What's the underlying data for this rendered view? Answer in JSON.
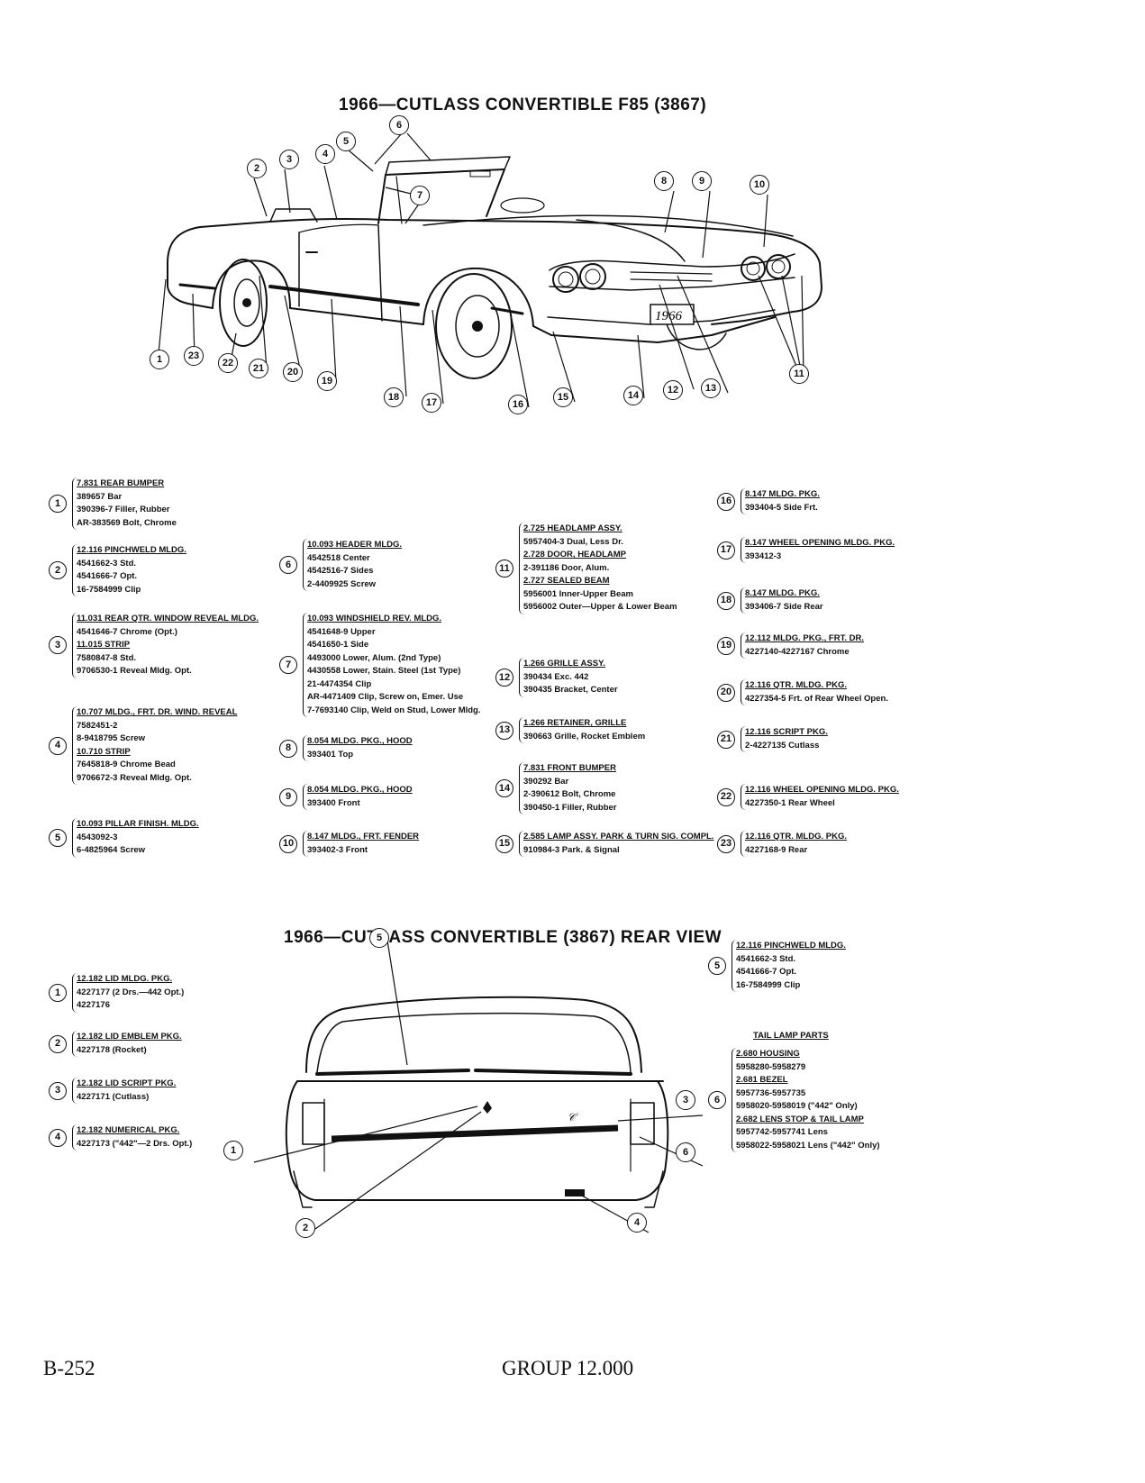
{
  "front_title": "1966—CUTLASS CONVERTIBLE F85 (3867)",
  "rear_title": "1966—CUTLASS CONVERTIBLE (3867) REAR VIEW",
  "plate_text": "1966",
  "footer": {
    "page": "B-252",
    "group": "GROUP 12.000"
  },
  "front_callouts": [
    "1",
    "2",
    "3",
    "4",
    "5",
    "6",
    "7",
    "8",
    "9",
    "10",
    "11",
    "12",
    "13",
    "14",
    "15",
    "16",
    "17",
    "18",
    "19",
    "20",
    "21",
    "22",
    "23"
  ],
  "rear_callouts": [
    "1",
    "2",
    "3",
    "4",
    "5",
    "6"
  ],
  "front_parts": [
    {
      "num": "1",
      "lines": [
        {
          "t": "h",
          "text": "7.831  REAR BUMPER"
        },
        {
          "t": "p",
          "text": "389657  Bar"
        },
        {
          "t": "p",
          "text": "390396-7  Filler, Rubber"
        },
        {
          "t": "p",
          "text": "AR-383569  Bolt, Chrome"
        }
      ]
    },
    {
      "num": "2",
      "lines": [
        {
          "t": "h",
          "text": "12.116  PINCHWELD MLDG."
        },
        {
          "t": "p",
          "text": "4541662-3  Std."
        },
        {
          "t": "p",
          "text": "4541666-7  Opt."
        },
        {
          "t": "p",
          "text": "16-7584999  Clip"
        }
      ]
    },
    {
      "num": "3",
      "lines": [
        {
          "t": "h",
          "text": "11.031  REAR QTR. WINDOW REVEAL MLDG."
        },
        {
          "t": "p",
          "text": "4541646-7  Chrome (Opt.)"
        },
        {
          "t": "h",
          "text": "11.015  STRIP"
        },
        {
          "t": "p",
          "text": "7580847-8  Std."
        },
        {
          "t": "p",
          "text": "9706530-1  Reveal Mldg. Opt."
        }
      ]
    },
    {
      "num": "4",
      "lines": [
        {
          "t": "h",
          "text": "10.707  MLDG., FRT. DR. WIND. REVEAL"
        },
        {
          "t": "p",
          "text": "7582451-2"
        },
        {
          "t": "p",
          "text": "8-9418795  Screw"
        },
        {
          "t": "h",
          "text": "10.710  STRIP"
        },
        {
          "t": "p",
          "text": "7645818-9  Chrome Bead"
        },
        {
          "t": "p",
          "text": "9706672-3  Reveal Mldg. Opt."
        }
      ]
    },
    {
      "num": "5",
      "lines": [
        {
          "t": "h",
          "text": "10.093  PILLAR FINISH. MLDG."
        },
        {
          "t": "p",
          "text": "4543092-3"
        },
        {
          "t": "p",
          "text": "6-4825964  Screw"
        }
      ]
    },
    {
      "num": "6",
      "lines": [
        {
          "t": "h",
          "text": "10.093  HEADER MLDG."
        },
        {
          "t": "p",
          "text": "4542518  Center"
        },
        {
          "t": "p",
          "text": "4542516-7  Sides"
        },
        {
          "t": "p",
          "text": "2-4409925  Screw"
        }
      ]
    },
    {
      "num": "7",
      "lines": [
        {
          "t": "h",
          "text": "10.093  WINDSHIELD REV. MLDG."
        },
        {
          "t": "p",
          "text": "4541648-9  Upper"
        },
        {
          "t": "p",
          "text": "4541650-1  Side"
        },
        {
          "t": "p",
          "text": "4493000  Lower, Alum. (2nd Type)"
        },
        {
          "t": "p",
          "text": "4430558  Lower, Stain. Steel (1st Type)"
        },
        {
          "t": "p",
          "text": "21-4474354  Clip"
        },
        {
          "t": "p",
          "text": "AR-4471409  Clip, Screw on, Emer. Use"
        },
        {
          "t": "p",
          "text": "7-7693140  Clip, Weld on Stud, Lower Mldg."
        }
      ]
    },
    {
      "num": "8",
      "lines": [
        {
          "t": "h",
          "text": "8.054  MLDG. PKG., HOOD"
        },
        {
          "t": "p",
          "text": "393401  Top"
        }
      ]
    },
    {
      "num": "9",
      "lines": [
        {
          "t": "h",
          "text": "8.054  MLDG. PKG., HOOD"
        },
        {
          "t": "p",
          "text": "393400  Front"
        }
      ]
    },
    {
      "num": "10",
      "lines": [
        {
          "t": "h",
          "text": "8.147  MLDG., FRT. FENDER"
        },
        {
          "t": "p",
          "text": "393402-3  Front"
        }
      ]
    },
    {
      "num": "11",
      "lines": [
        {
          "t": "h",
          "text": "2.725  HEADLAMP ASSY."
        },
        {
          "t": "p",
          "text": "5957404-3  Dual, Less Dr."
        },
        {
          "t": "h",
          "text": "2.728  DOOR, HEADLAMP"
        },
        {
          "t": "p",
          "text": "2-391186  Door, Alum."
        },
        {
          "t": "h",
          "text": "2.727  SEALED BEAM"
        },
        {
          "t": "p",
          "text": "5956001  Inner-Upper Beam"
        },
        {
          "t": "p",
          "text": "5956002  Outer—Upper & Lower Beam"
        }
      ]
    },
    {
      "num": "12",
      "lines": [
        {
          "t": "h",
          "text": "1.266  GRILLE ASSY."
        },
        {
          "t": "p",
          "text": "390434  Exc. 442"
        },
        {
          "t": "p",
          "text": "390435  Bracket, Center"
        }
      ]
    },
    {
      "num": "13",
      "lines": [
        {
          "t": "h",
          "text": "1.266  RETAINER, GRILLE"
        },
        {
          "t": "p",
          "text": "390663  Grille, Rocket Emblem"
        }
      ]
    },
    {
      "num": "14",
      "lines": [
        {
          "t": "h",
          "text": "7.831  FRONT BUMPER"
        },
        {
          "t": "p",
          "text": "390292  Bar"
        },
        {
          "t": "p",
          "text": "2-390612  Bolt, Chrome"
        },
        {
          "t": "p",
          "text": "390450-1  Filler, Rubber"
        }
      ]
    },
    {
      "num": "15",
      "lines": [
        {
          "t": "h",
          "text": "2.585  LAMP ASSY. PARK & TURN SIG. COMPL."
        },
        {
          "t": "p",
          "text": "910984-3  Park. & Signal"
        }
      ]
    },
    {
      "num": "16",
      "lines": [
        {
          "t": "h",
          "text": "8.147  MLDG. PKG."
        },
        {
          "t": "p",
          "text": "393404-5  Side Frt."
        }
      ]
    },
    {
      "num": "17",
      "lines": [
        {
          "t": "h",
          "text": "8.147  WHEEL OPENING MLDG. PKG."
        },
        {
          "t": "p",
          "text": "393412-3"
        }
      ]
    },
    {
      "num": "18",
      "lines": [
        {
          "t": "h",
          "text": "8.147  MLDG. PKG."
        },
        {
          "t": "p",
          "text": "393406-7  Side Rear"
        }
      ]
    },
    {
      "num": "19",
      "lines": [
        {
          "t": "h",
          "text": "12.112  MLDG. PKG., FRT. DR."
        },
        {
          "t": "p",
          "text": "4227140-4227167  Chrome"
        }
      ]
    },
    {
      "num": "20",
      "lines": [
        {
          "t": "h",
          "text": "12.116  QTR. MLDG. PKG."
        },
        {
          "t": "p",
          "text": "4227354-5  Frt. of Rear Wheel Open."
        }
      ]
    },
    {
      "num": "21",
      "lines": [
        {
          "t": "h",
          "text": "12.116  SCRIPT PKG."
        },
        {
          "t": "p",
          "text": "2-4227135  Cutlass"
        }
      ]
    },
    {
      "num": "22",
      "lines": [
        {
          "t": "h",
          "text": "12.116  WHEEL OPENING MLDG. PKG."
        },
        {
          "t": "p",
          "text": "4227350-1  Rear Wheel"
        }
      ]
    },
    {
      "num": "23",
      "lines": [
        {
          "t": "h",
          "text": "12.116  QTR. MLDG. PKG."
        },
        {
          "t": "p",
          "text": "4227168-9  Rear"
        }
      ]
    }
  ],
  "rear_parts": [
    {
      "num": "1",
      "lines": [
        {
          "t": "h",
          "text": "12.182  LID MLDG. PKG."
        },
        {
          "t": "p",
          "text": "4227177  (2 Drs.—442 Opt.)"
        },
        {
          "t": "p",
          "text": "4227176"
        }
      ]
    },
    {
      "num": "2",
      "lines": [
        {
          "t": "h",
          "text": "12.182  LID EMBLEM PKG."
        },
        {
          "t": "p",
          "text": "4227178  (Rocket)"
        }
      ]
    },
    {
      "num": "3",
      "lines": [
        {
          "t": "h",
          "text": "12.182  LID SCRIPT PKG."
        },
        {
          "t": "p",
          "text": "4227171  (Cutlass)"
        }
      ]
    },
    {
      "num": "4",
      "lines": [
        {
          "t": "h",
          "text": "12.182  NUMERICAL PKG."
        },
        {
          "t": "p",
          "text": "4227173  (\"442\"—2 Drs. Opt.)"
        }
      ]
    },
    {
      "num": "5",
      "lines": [
        {
          "t": "h",
          "text": "12.116  PINCHWELD MLDG."
        },
        {
          "t": "p",
          "text": "4541662-3  Std."
        },
        {
          "t": "p",
          "text": "4541666-7  Opt."
        },
        {
          "t": "p",
          "text": "16-7584999  Clip"
        }
      ]
    }
  ],
  "tail_lamp": {
    "heading": "TAIL LAMP PARTS",
    "num": "6",
    "lines": [
      {
        "t": "h",
        "text": "2.680  HOUSING"
      },
      {
        "t": "p",
        "text": "5958280-5958279"
      },
      {
        "t": "h",
        "text": "2.681  BEZEL"
      },
      {
        "t": "p",
        "text": "5957736-5957735"
      },
      {
        "t": "p",
        "text": "5958020-5958019  (\"442\" Only)"
      },
      {
        "t": "h",
        "text": "2.682  LENS STOP & TAIL LAMP"
      },
      {
        "t": "p",
        "text": "5957742-5957741  Lens"
      },
      {
        "t": "p",
        "text": "5958022-5958021  Lens (\"442\" Only)"
      }
    ]
  }
}
